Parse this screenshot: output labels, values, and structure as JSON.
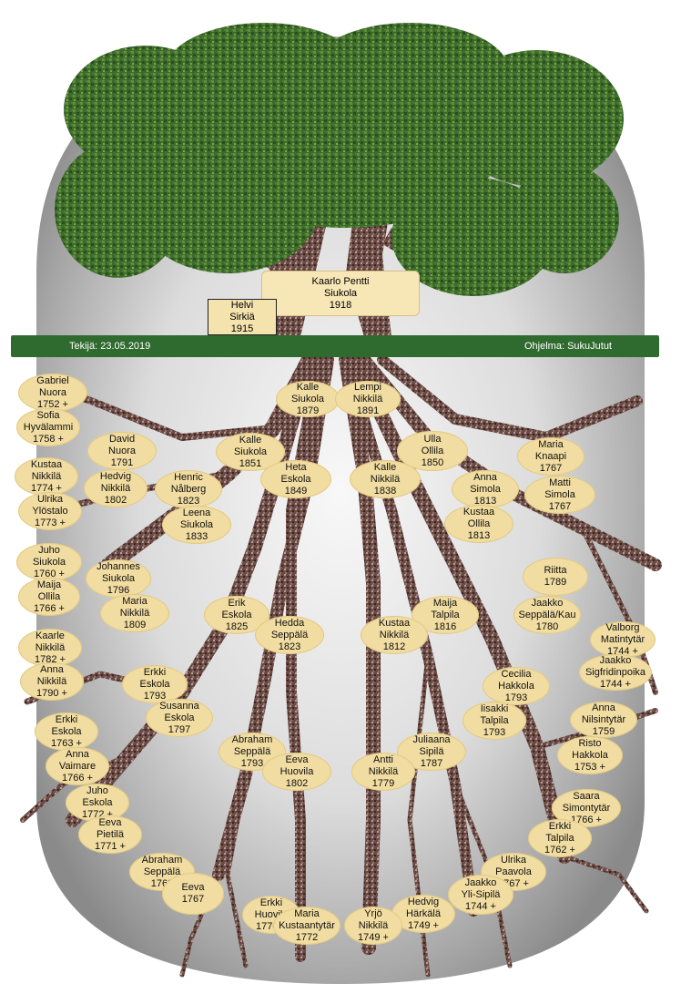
{
  "footer": {
    "author": "Tekijä: 23.05.2019",
    "program": "Ohjelma: SukuJutut"
  },
  "spouse": {
    "first": "Helvi",
    "last": "Sirkiä",
    "year": "1915"
  },
  "proband": {
    "first": "Kaarlo",
    "first_underlined": "Pentti",
    "last": "Siukola",
    "year": "1918"
  },
  "people": [
    {
      "id": "p1",
      "l1": "Kalle",
      "l2": "Siukola",
      "l3": "1879"
    },
    {
      "id": "p2",
      "l1": "Lempi",
      "l2": "Nikkilä",
      "l3": "1891"
    },
    {
      "id": "p3",
      "l1": "Kalle",
      "l2": "Siukola",
      "l3": "1851"
    },
    {
      "id": "p4",
      "l1": "Heta",
      "l2": "Eskola",
      "l3": "1849"
    },
    {
      "id": "p5",
      "l1": "Kalle",
      "l2": "Nikkilä",
      "l3": "1838"
    },
    {
      "id": "p6",
      "l1": "Ulla",
      "l2": "Ollila",
      "l3": "1850"
    },
    {
      "id": "p7",
      "l1": "Gabriel",
      "l2": "Nuora",
      "l3": "1752 +"
    },
    {
      "id": "p8",
      "l1": "Sofia",
      "l2": "Hyvälammi",
      "l3": "1758 +"
    },
    {
      "id": "p9",
      "l1": "David",
      "l2": "Nuora",
      "l3": "1791"
    },
    {
      "id": "p10",
      "l1": "Kustaa",
      "l2": "Nikkilä",
      "l3": "1774 +"
    },
    {
      "id": "p11",
      "l1": "Hedvig",
      "l2": "Nikkilä",
      "l3": "1802"
    },
    {
      "id": "p12",
      "l1": "Ulrika",
      "l2": "Ylöstalo",
      "l3": "1773 +"
    },
    {
      "id": "p13",
      "l1": "Henric",
      "l2": "Nålberg",
      "l3": "1823"
    },
    {
      "id": "p14",
      "l1": "Leena",
      "l2": "Siukola",
      "l3": "1833"
    },
    {
      "id": "p15",
      "l1": "Juho",
      "l2": "Siukola",
      "l3": "1760 +"
    },
    {
      "id": "p16",
      "l1": "Johannes",
      "l2": "Siukola",
      "l3": "1796"
    },
    {
      "id": "p17",
      "l1": "Maija",
      "l2": "Ollila",
      "l3": "1766 +"
    },
    {
      "id": "p18",
      "l1": "Maria",
      "l2": "Nikkilä",
      "l3": "1809"
    },
    {
      "id": "p19",
      "l1": "Kaarle",
      "l2": "Nikkilä",
      "l3": "1782 +"
    },
    {
      "id": "p20",
      "l1": "Anna",
      "l2": "Nikkilä",
      "l3": "1790 +"
    },
    {
      "id": "p21",
      "l1": "Erik",
      "l2": "Eskola",
      "l3": "1825"
    },
    {
      "id": "p22",
      "l1": "Hedda",
      "l2": "Seppälä",
      "l3": "1823"
    },
    {
      "id": "p23",
      "l1": "Erkki",
      "l2": "Eskola",
      "l3": "1793"
    },
    {
      "id": "p24",
      "l1": "Susanna",
      "l2": "Eskola",
      "l3": "1797"
    },
    {
      "id": "p25",
      "l1": "Erkki",
      "l2": "Eskola",
      "l3": "1763 +"
    },
    {
      "id": "p26",
      "l1": "Anna",
      "l2": "Vaimare",
      "l3": "1766 +"
    },
    {
      "id": "p27",
      "l1": "Abraham",
      "l2": "Seppälä",
      "l3": "1793"
    },
    {
      "id": "p28",
      "l1": "Eeva",
      "l2": "Huovila",
      "l3": "1802"
    },
    {
      "id": "p29",
      "l1": "Juho",
      "l2": "Eskola",
      "l3": "1772 +"
    },
    {
      "id": "p30",
      "l1": "Eeva",
      "l2": "Pietilä",
      "l3": "1771 +"
    },
    {
      "id": "p31",
      "l1": "Abraham",
      "l2": "Seppälä",
      "l3": "1762"
    },
    {
      "id": "p32",
      "l1": "Eeva",
      "l2": "",
      "l3": "1767"
    },
    {
      "id": "p33",
      "l1": "Erkki",
      "l2": "Huovila",
      "l3": "1770 +"
    },
    {
      "id": "p34",
      "l1": "Maria",
      "l2": "Kustaantytär",
      "l3": "1772"
    },
    {
      "id": "p35",
      "l1": "Anna",
      "l2": "Simola",
      "l3": "1813"
    },
    {
      "id": "p36",
      "l1": "Maria",
      "l2": "Knaapi",
      "l3": "1767"
    },
    {
      "id": "p37",
      "l1": "Matti",
      "l2": "Simola",
      "l3": "1767"
    },
    {
      "id": "p38",
      "l1": "Kustaa",
      "l2": "Ollila",
      "l3": "1813"
    },
    {
      "id": "p39",
      "l1": "Riitta",
      "l2": "",
      "l3": "1789"
    },
    {
      "id": "p40",
      "l1": "Jaakko",
      "l2": "Seppälä/Kau",
      "l3": "1780"
    },
    {
      "id": "p41",
      "l1": "Maija",
      "l2": "Talpila",
      "l3": "1816"
    },
    {
      "id": "p42",
      "l1": "Kustaa",
      "l2": "Nikkilä",
      "l3": "1812"
    },
    {
      "id": "p43",
      "l1": "Valborg",
      "l2": "Matintytär",
      "l3": "1744 +"
    },
    {
      "id": "p44",
      "l1": "Jaakko",
      "l2": "Sigfridinpoika",
      "l3": "1744 +"
    },
    {
      "id": "p45",
      "l1": "Cecilia",
      "l2": "Hakkola",
      "l3": "1793"
    },
    {
      "id": "p46",
      "l1": "Iisakki",
      "l2": "Talpila",
      "l3": "1793"
    },
    {
      "id": "p47",
      "l1": "Anna",
      "l2": "Nilsintytär",
      "l3": "1759"
    },
    {
      "id": "p48",
      "l1": "Risto",
      "l2": "Hakkola",
      "l3": "1753 +"
    },
    {
      "id": "p49",
      "l1": "Juliaana",
      "l2": "Sipilä",
      "l3": "1787"
    },
    {
      "id": "p50",
      "l1": "Antti",
      "l2": "Nikkilä",
      "l3": "1779"
    },
    {
      "id": "p51",
      "l1": "Saara",
      "l2": "Simontytär",
      "l3": "1766 +"
    },
    {
      "id": "p52",
      "l1": "Erkki",
      "l2": "Talpila",
      "l3": "1762 +"
    },
    {
      "id": "p53",
      "l1": "Ulrika",
      "l2": "Paavola",
      "l3": "1767 +"
    },
    {
      "id": "p54",
      "l1": "Jaakko",
      "l2": "Yli-Sipilä",
      "l3": "1744 +"
    },
    {
      "id": "p55",
      "l1": "Hedvig",
      "l2": "Härkälä",
      "l3": "1749 +"
    },
    {
      "id": "p56",
      "l1": "Yrjö",
      "l2": "Nikkilä",
      "l3": "1749 +"
    }
  ]
}
